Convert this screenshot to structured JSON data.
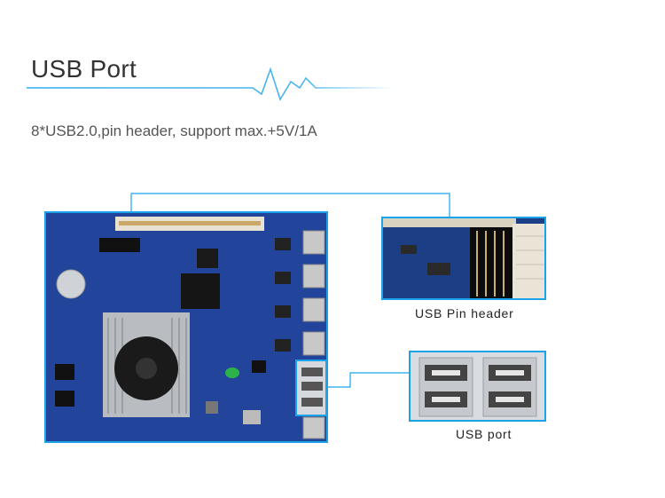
{
  "header": {
    "title": "USB Port",
    "subtitle": "8*USB2.0,pin header, support max.+5V/1A"
  },
  "callouts": {
    "pin_header_label": "USB Pin header",
    "usb_port_label": "USB port"
  },
  "colors": {
    "accent": "#1aa3e8",
    "board": "#1e3d8a"
  }
}
